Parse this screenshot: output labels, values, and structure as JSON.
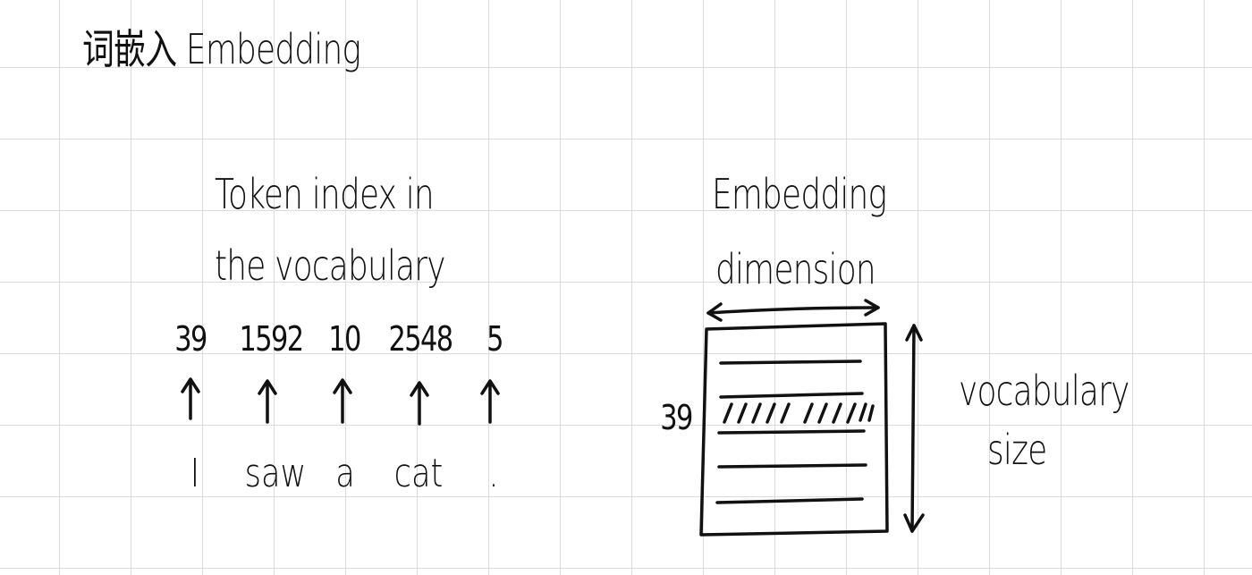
{
  "title": "词嵌入 Embedding",
  "left_block": {
    "caption_line1": "Token index in",
    "caption_line2": "the vocabulary",
    "indices": [
      "39",
      "1592",
      "10",
      "2548",
      "5"
    ],
    "tokens": [
      "I",
      "saw",
      "a",
      "cat",
      "."
    ]
  },
  "right_block": {
    "caption_line1": "Embedding",
    "caption_line2": "dimension",
    "row_label": "39",
    "side_label_line1": "vocabulary",
    "side_label_line2": "size"
  },
  "colors": {
    "ink": "#111111",
    "grid": "#dcdcdc",
    "background": "#ffffff"
  }
}
